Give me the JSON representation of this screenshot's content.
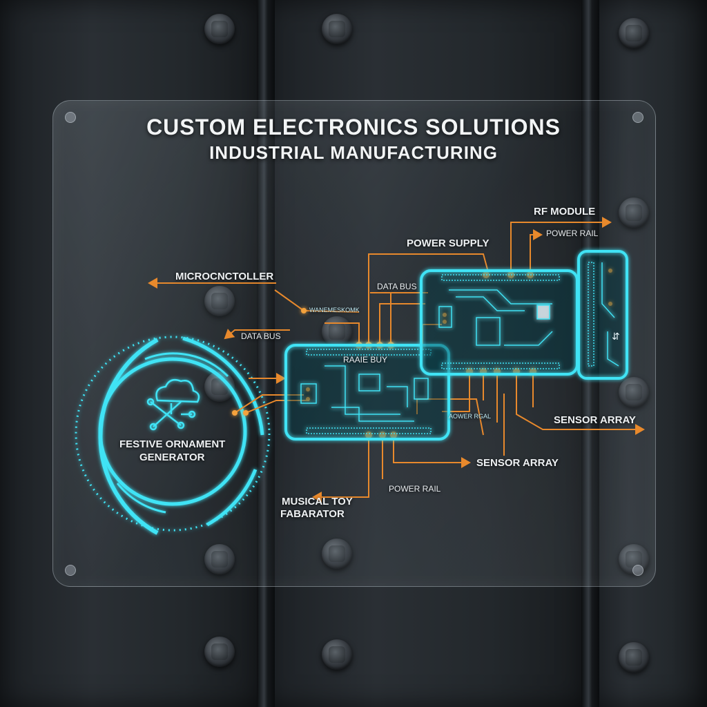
{
  "title_line1": "CUSTOM ELECTRONICS SOLUTIONS",
  "title_line2": "INDUSTRIAL MANUFACTURING",
  "hub": {
    "label_line1": "FESTIVE ORNAMENT",
    "label_line2": "GENERATOR",
    "icon": "cloud-network-icon"
  },
  "boards": {
    "main_board_label": "RAAIE BUY",
    "small_text_1": "WANEMESKOMK",
    "small_text_2": "AOWER RGAL"
  },
  "labels": {
    "microcontroller": "MICROCNCTOLLER",
    "data_bus_left": "DATA BUS",
    "data_bus_top": "DATA BUS",
    "power_supply": "POWER SUPPLY",
    "rf_module": "RF MODULE",
    "power_rail_top": "POWER RAIL",
    "sensor_array_right": "SENSOR ARRAY",
    "sensor_array_mid": "SENSOR ARRAY",
    "power_rail_bottom": "POWER RAIL",
    "musical_line1": "MUSICAL TOY",
    "musical_line2": "FABARATOR"
  },
  "colors": {
    "glow": "#3fe3f5",
    "wire": "#e8892c",
    "metal": "#23282c",
    "text": "#eef1f3"
  }
}
